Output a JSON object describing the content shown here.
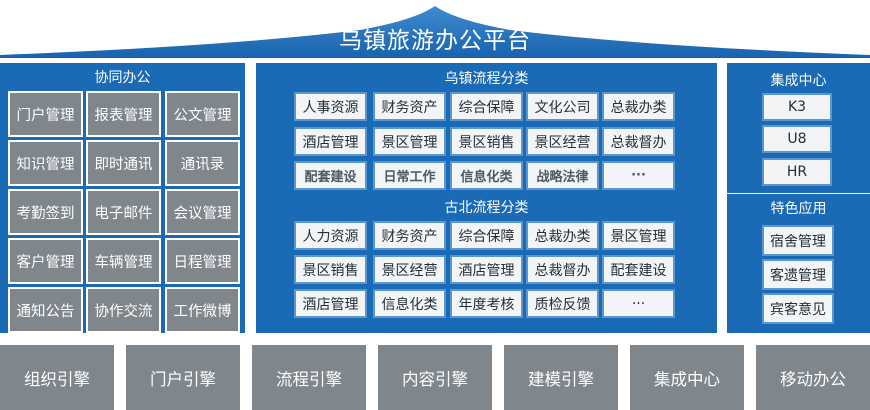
{
  "header": {
    "title": "乌镇旅游办公平台"
  },
  "collab": {
    "title": "协同办公",
    "items": [
      "门户管理",
      "报表管理",
      "公文管理",
      "知识管理",
      "即时通讯",
      "通讯录",
      "考勤签到",
      "电子邮件",
      "会议管理",
      "客户管理",
      "车辆管理",
      "日程管理",
      "通知公告",
      "协作交流",
      "工作微博"
    ]
  },
  "wuzhen": {
    "title": "乌镇流程分类",
    "items": [
      "人事资源",
      "财务资产",
      "综合保障",
      "文化公司",
      "总裁办类",
      "酒店管理",
      "景区管理",
      "景区销售",
      "景区经营",
      "总裁督办",
      "配套建设",
      "日常工作",
      "信息化类",
      "战略法律",
      "···"
    ]
  },
  "gubei": {
    "title": "古北流程分类",
    "items": [
      "人力资源",
      "财务资产",
      "综合保障",
      "总裁办类",
      "景区管理",
      "景区销售",
      "景区经营",
      "酒店管理",
      "总裁督办",
      "配套建设",
      "酒店管理",
      "信息化类",
      "年度考核",
      "质检反馈",
      "···"
    ]
  },
  "integration": {
    "title": "集成中心",
    "items": [
      "K3",
      "U8",
      "HR"
    ]
  },
  "special": {
    "title": "特色应用",
    "items": [
      "宿舍管理",
      "客遗管理",
      "宾客意见"
    ]
  },
  "bottom": {
    "items": [
      "组织引擎",
      "门户引擎",
      "流程引擎",
      "内容引擎",
      "建模引擎",
      "集成中心",
      "移动办公"
    ]
  },
  "colors": {
    "panel": "#1b6ab5",
    "gray_button": "#7f868c",
    "white_button": "#f2f4f6",
    "border": "#5b96cf"
  }
}
